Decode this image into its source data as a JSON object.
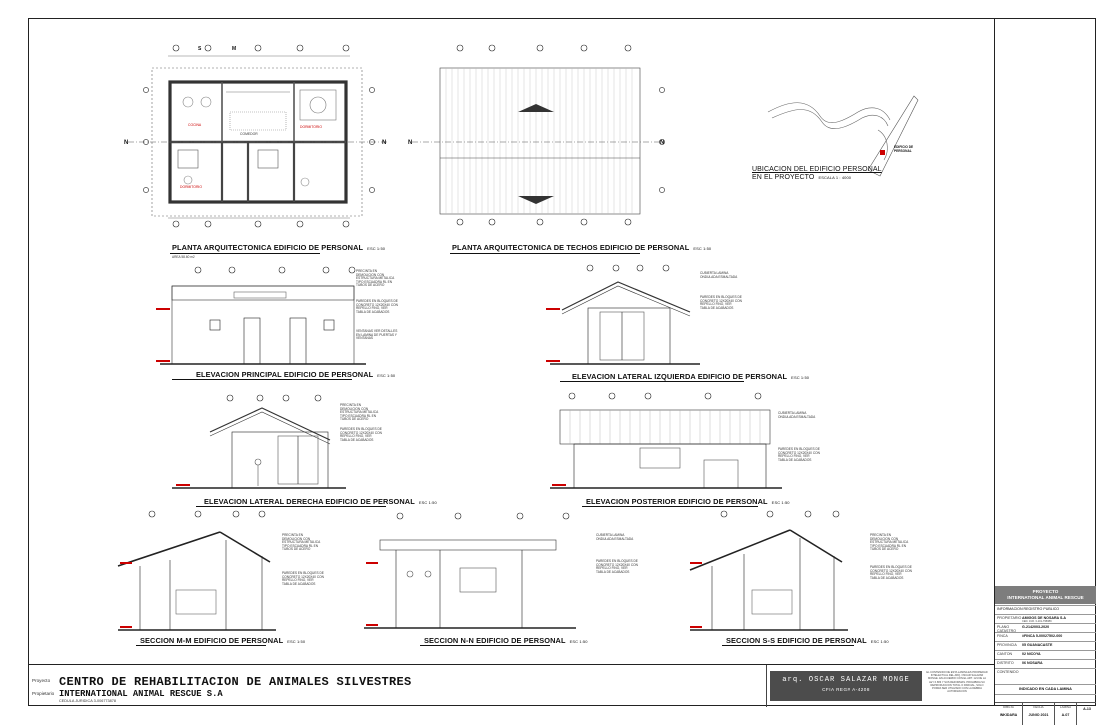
{
  "project": {
    "label": "Proyecto",
    "name": "CENTRO DE REHABILITACION DE ANIMALES SILVESTRES",
    "owner_label": "Propietario",
    "owner": "INTERNATIONAL ANIMAL RESCUE S.A",
    "cedula": "CEDULA JURIDICA 3-006773878"
  },
  "architect": {
    "name": "arq. OSCAR SALAZAR MONGE",
    "cfia": "CFIA REG# A-4208"
  },
  "legal_note": "EL CONTENIDO DE ESTA LAMINA ES PROPIEDAD INTELECTUAL DEL ARQ. OSCAR SALAZAR MONGE. EN ACUERDO CON EL ART. 121 DE LA LEY 6.683 Y SUS REFORMAS. PROHIBIDA SU REPRODUCCION TOTAL O PARCIAL, SOLO PODRA SER UTILIZADO CON LA DEBIDA AUTORIZACION",
  "title_block": {
    "header_line1": "PROYECTO",
    "header_line2": "INTERNATIONAL ANIMAL RESCUE",
    "rows": [
      {
        "key": "",
        "value": "INFORMACION REGISTRO PUBLICO",
        "sub": ""
      },
      {
        "key": "PROPIETARIO",
        "value": "AMIGOS DE NOSARA S.A",
        "sub": "CED. JUR. 3-101-795089"
      },
      {
        "key": "PLANO CATASTRO",
        "value": "G-2142003-2020",
        "sub": ""
      },
      {
        "key": "FINCA",
        "value": "#FINCA 5-00027502-000",
        "sub": ""
      },
      {
        "key": "PROVINCIA",
        "value": "05 GUANACASTE",
        "sub": ""
      },
      {
        "key": "CANTON",
        "value": "02 NICOYA",
        "sub": ""
      },
      {
        "key": "DISTRITO",
        "value": "06 NOSARA",
        "sub": ""
      },
      {
        "key": "CONTENIDO",
        "value": "",
        "sub": ""
      }
    ],
    "scale_text": "INDICADO EN CADA LAMINA",
    "footer": [
      {
        "head": "DIBUJA",
        "value": "INKIDARA"
      },
      {
        "head": "FECHA",
        "value": "JUNIO 2021"
      },
      {
        "head": "LAMINA",
        "value": "A-07"
      },
      {
        "head": "",
        "value": "A-13"
      }
    ]
  },
  "drawings": {
    "plan_title": "PLANTA ARQUITECTONICA EDIFICIO DE PERSONAL",
    "plan_scale": "ESC 1:50",
    "plan_area": "AREA 58.60 m2",
    "roof_title": "PLANTA ARQUITECTONICA DE TECHOS EDIFICIO DE PERSONAL",
    "roof_scale": "ESC 1:50",
    "location_title_1": "UBICACION DEL EDIFICIO PERSONAL",
    "location_title_2": "EN EL PROYECTO",
    "location_scale": "ESCALA 1 : 4000",
    "location_label": "EDIFICIO DE\nPERSONAL",
    "elev_front_title": "ELEVACION PRINCIPAL EDIFICIO DE PERSONAL",
    "elev_front_scale": "ESC 1:50",
    "elev_left_title": "ELEVACION LATERAL IZQUIERDA EDIFICIO DE PERSONAL",
    "elev_left_scale": "ESC 1:50",
    "elev_right_title": "ELEVACION LATERAL DERECHA EDIFICIO DE PERSONAL",
    "elev_right_scale": "ESC 1:50",
    "elev_back_title": "ELEVACION POSTERIOR EDIFICIO DE PERSONAL",
    "elev_back_scale": "ESC 1:50",
    "sec_m_title": "SECCION M-M EDIFICIO DE PERSONAL",
    "sec_m_scale": "ESC 1:50",
    "sec_n_title": "SECCION N-N EDIFICIO DE PERSONAL",
    "sec_n_scale": "ESC 1:50",
    "sec_s_title": "SECCION S-S EDIFICIO DE PERSONAL",
    "sec_s_scale": "ESC 1:50",
    "note_front": "PRECINTA EN DEMOLICION CON ESTRUCTURA METALICA TIPO ESCUADRA RL EN TUBOS DE ACERO",
    "note_roof": "CUBIERTA LAMINA ONDULADA ESMALTADA",
    "note_walls": "PAREDES EN BLOQUES DE CONCRETO 12X20X40 CON REPELLO FINO, VER TABLA DE ACABADOS",
    "note_windows": "VENTANAS VER DETALLES EN LAMINA DE PUERTAS Y VENTANAS"
  }
}
